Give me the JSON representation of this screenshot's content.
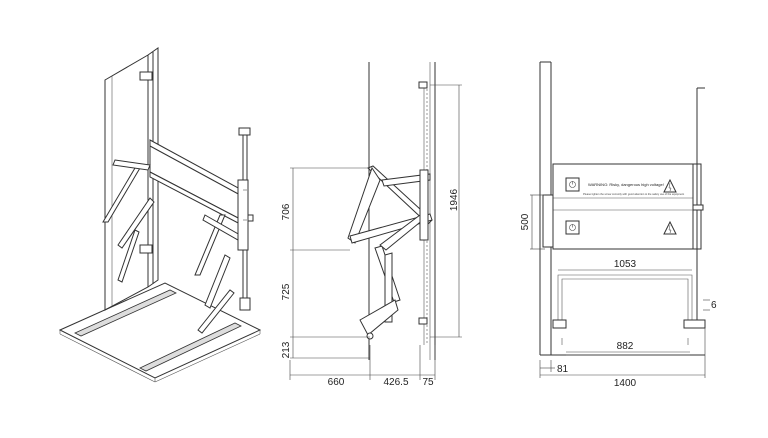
{
  "dimensions": {
    "side": {
      "d706": "706",
      "d725": "725",
      "d213": "213",
      "d660": "660",
      "d4265": "426.5",
      "d75": "75",
      "d1946": "1946"
    },
    "front": {
      "d500": "500",
      "d1053": "1053",
      "d882": "882",
      "d6": "6",
      "d81": "81",
      "d1400": "1400"
    }
  },
  "plate": {
    "warning": "WARNING: Risky, dangerous high voltage!",
    "fine_print": "Please tighten the screw correctly with good attention to the safety use of the equipment"
  },
  "colors": {
    "line": "#333333",
    "background": "#ffffff",
    "platform_shade": "#dddddd"
  }
}
